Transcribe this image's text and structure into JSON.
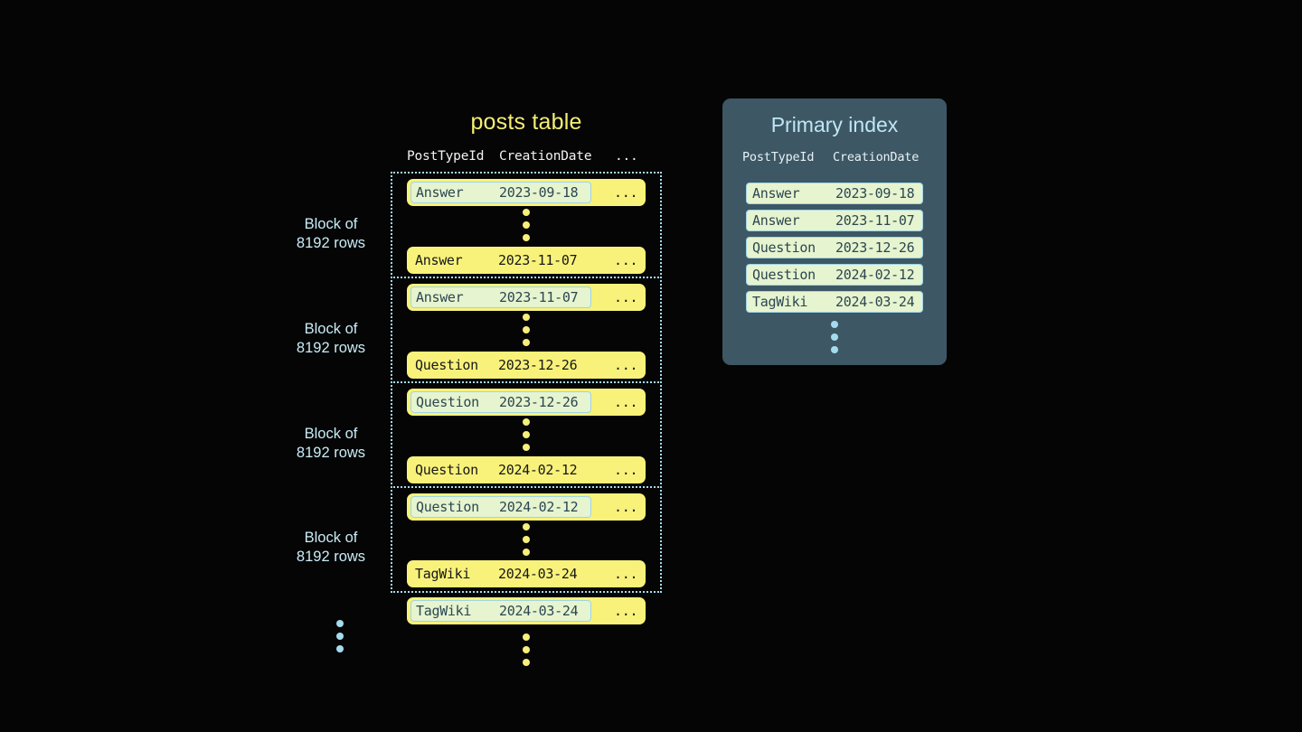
{
  "posts_table": {
    "title": "posts table",
    "columns": [
      "PostTypeId",
      "CreationDate",
      "..."
    ],
    "ellipsis_cell": "...",
    "block_label": "Block of\n8192 rows",
    "block_label_line1": "Block of",
    "block_label_line2": "8192 rows",
    "blocks": [
      {
        "label_line1": "Block of",
        "label_line2": "8192 rows",
        "first_row": {
          "post_type_id": "Answer",
          "creation_date": "2023-09-18",
          "rest": "...",
          "highlighted": true
        },
        "last_row": {
          "post_type_id": "Answer",
          "creation_date": "2023-11-07",
          "rest": "...",
          "highlighted": false
        }
      },
      {
        "label_line1": "Block of",
        "label_line2": "8192 rows",
        "first_row": {
          "post_type_id": "Answer",
          "creation_date": "2023-11-07",
          "rest": "...",
          "highlighted": true
        },
        "last_row": {
          "post_type_id": "Question",
          "creation_date": "2023-12-26",
          "rest": "...",
          "highlighted": false
        }
      },
      {
        "label_line1": "Block of",
        "label_line2": "8192 rows",
        "first_row": {
          "post_type_id": "Question",
          "creation_date": "2023-12-26",
          "rest": "...",
          "highlighted": true
        },
        "last_row": {
          "post_type_id": "Question",
          "creation_date": "2024-02-12",
          "rest": "...",
          "highlighted": false
        }
      },
      {
        "label_line1": "Block of",
        "label_line2": "8192 rows",
        "first_row": {
          "post_type_id": "Question",
          "creation_date": "2024-02-12",
          "rest": "...",
          "highlighted": true
        },
        "last_row": {
          "post_type_id": "TagWiki",
          "creation_date": "2024-03-24",
          "rest": "...",
          "highlighted": false
        }
      }
    ],
    "trailing_row": {
      "post_type_id": "TagWiki",
      "creation_date": "2024-03-24",
      "rest": "...",
      "highlighted": true
    }
  },
  "primary_index": {
    "title": "Primary index",
    "columns": [
      "PostTypeId",
      "CreationDate"
    ],
    "rows": [
      {
        "post_type_id": "Answer",
        "creation_date": "2023-09-18"
      },
      {
        "post_type_id": "Answer",
        "creation_date": "2023-11-07"
      },
      {
        "post_type_id": "Question",
        "creation_date": "2023-12-26"
      },
      {
        "post_type_id": "Question",
        "creation_date": "2024-02-12"
      },
      {
        "post_type_id": "TagWiki",
        "creation_date": "2024-03-24"
      }
    ]
  },
  "colors": {
    "background": "#050505",
    "row_yellow": "#f8f27a",
    "highlight_mint": "#e6f4cf",
    "highlight_border": "#9fd4e6",
    "accent_blue": "#a5dced",
    "panel_slate": "#3d5764",
    "title_yellow": "#f5ef73",
    "index_title_blue": "#bfe6f5",
    "row_text_dark": "#17171a",
    "highlight_text": "#2c4653"
  }
}
